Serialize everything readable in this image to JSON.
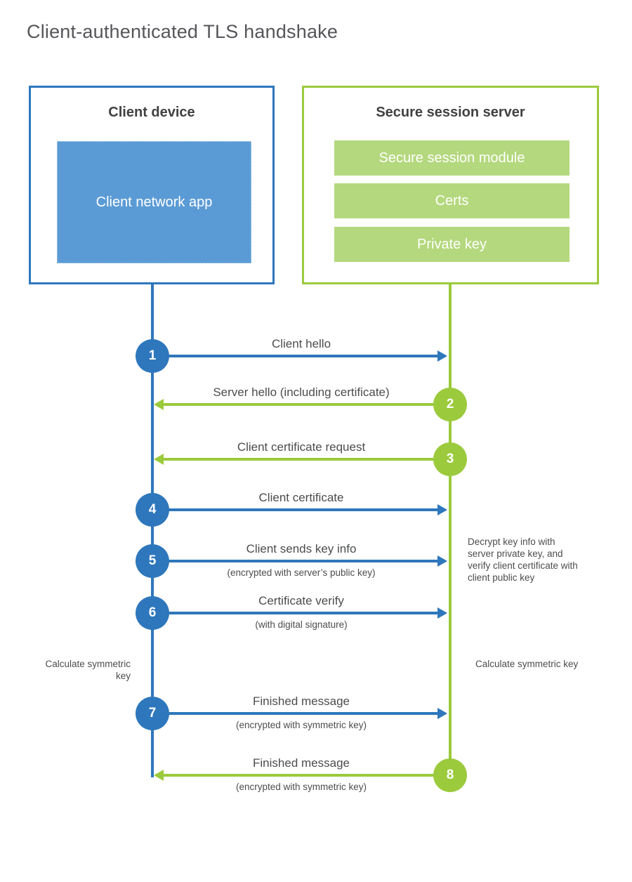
{
  "title": "Client-authenticated TLS handshake",
  "colors": {
    "blue": "#2E77BC",
    "blue_fill": "#5B9BD5",
    "green": "#9BCA3C",
    "green_fill": "#B4D87D"
  },
  "client_box": {
    "title": "Client device",
    "app_label": "Client network app"
  },
  "server_box": {
    "title": "Secure session server",
    "modules": [
      "Secure session module",
      "Certs",
      "Private key"
    ]
  },
  "steps": [
    {
      "num": "1",
      "direction": "client-to-server",
      "label": "Client hello",
      "sub": ""
    },
    {
      "num": "2",
      "direction": "server-to-client",
      "label": "Server hello (including certificate)",
      "sub": ""
    },
    {
      "num": "3",
      "direction": "server-to-client",
      "label": "Client certificate request",
      "sub": ""
    },
    {
      "num": "4",
      "direction": "client-to-server",
      "label": "Client certificate",
      "sub": ""
    },
    {
      "num": "5",
      "direction": "client-to-server",
      "label": "Client sends key info",
      "sub": "(encrypted with server’s public key)"
    },
    {
      "num": "6",
      "direction": "client-to-server",
      "label": "Certificate verify",
      "sub": "(with digital signature)"
    },
    {
      "num": "7",
      "direction": "client-to-server",
      "label": "Finished message",
      "sub": "(encrypted with symmetric key)"
    },
    {
      "num": "8",
      "direction": "server-to-client",
      "label": "Finished message",
      "sub": "(encrypted with symmetric key)"
    }
  ],
  "annotations": {
    "server_note": "Decrypt key info with server private key, and verify client certificate with client public key",
    "client_calc": "Calculate symmetric key",
    "server_calc": "Calculate symmetric key"
  }
}
